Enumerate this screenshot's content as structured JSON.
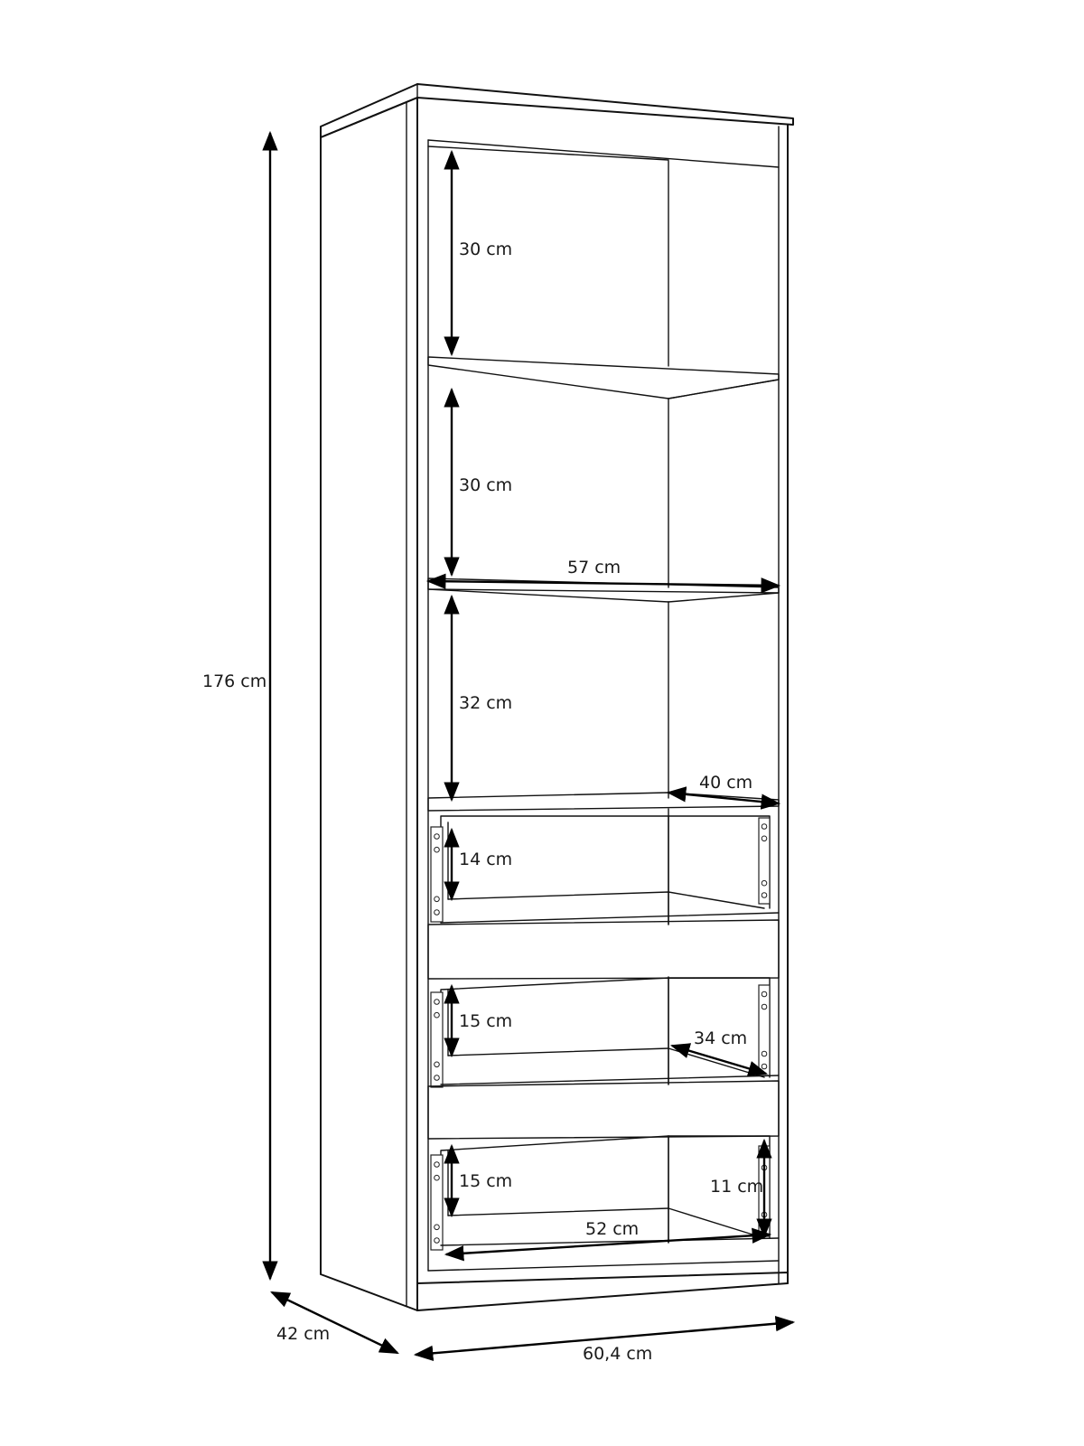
{
  "dimensions": {
    "total_height": "176 cm",
    "depth": "42 cm",
    "width": "60,4 cm",
    "shelf_1_height": "30 cm",
    "shelf_2_height": "30 cm",
    "inner_width": "57 cm",
    "shelf_3_height": "32 cm",
    "shelf_depth": "40 cm",
    "drawer_1_height": "14 cm",
    "drawer_2_height": "15 cm",
    "drawer_depth": "34 cm",
    "drawer_3_height": "15 cm",
    "drawer_back_height": "11 cm",
    "drawer_inner_width": "52 cm"
  }
}
